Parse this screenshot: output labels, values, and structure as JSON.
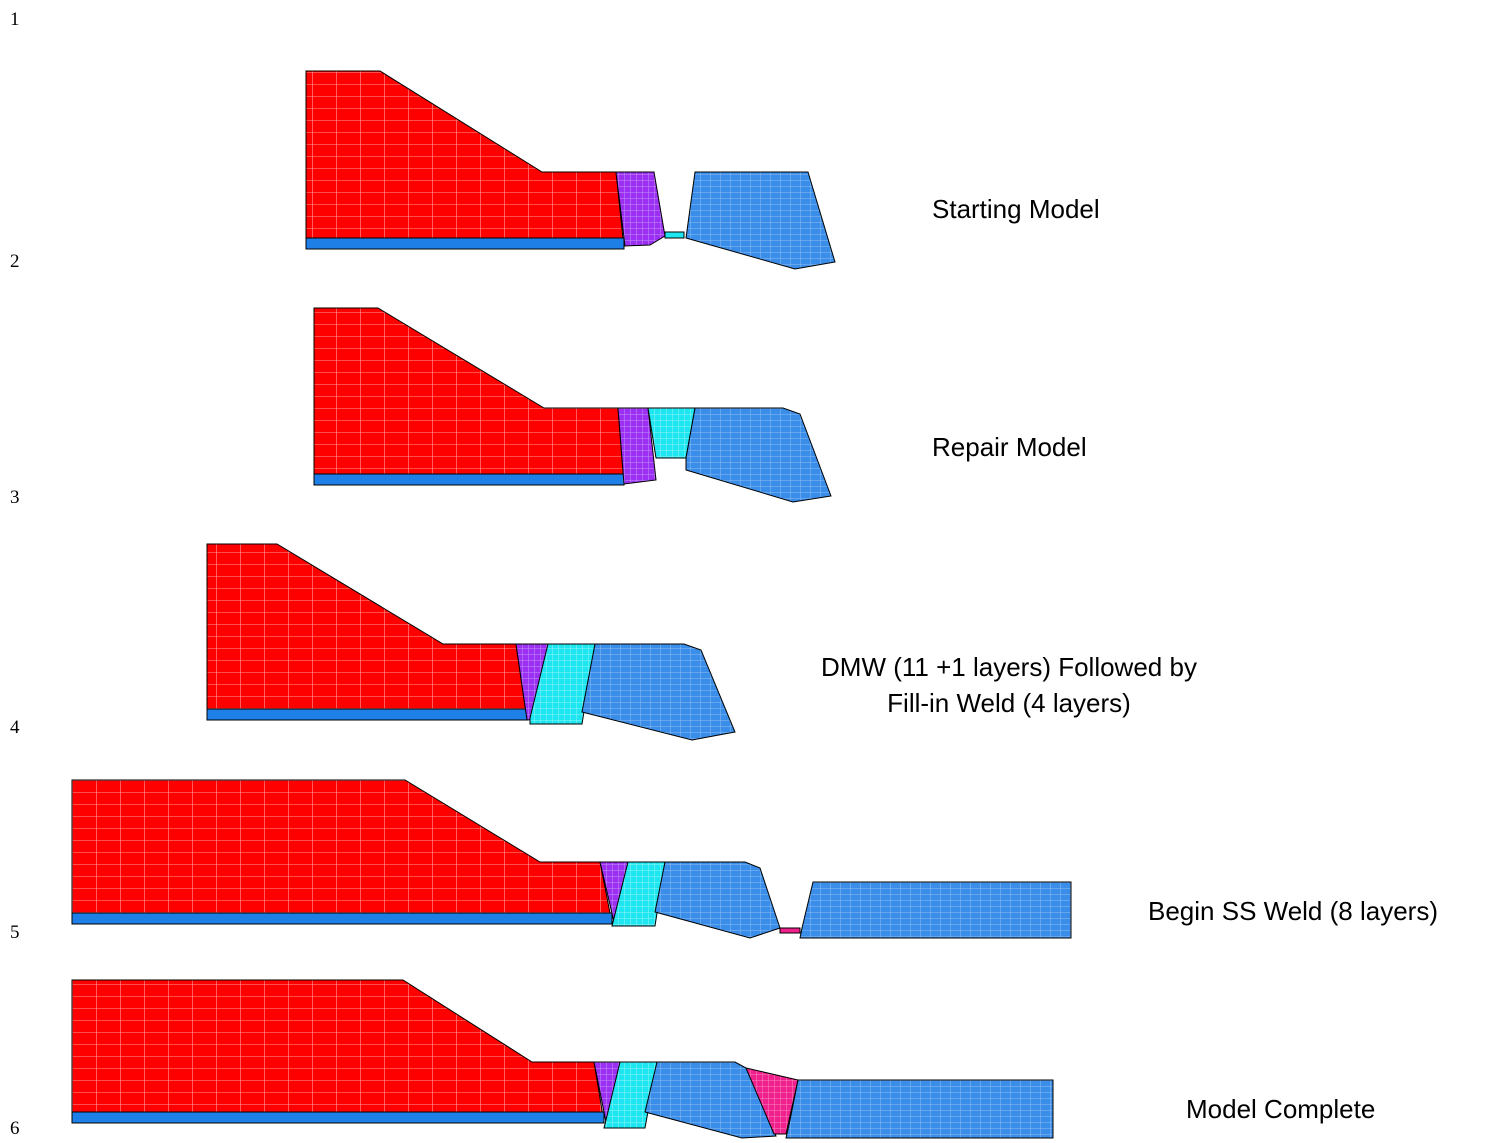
{
  "row_numbers": [
    "1",
    "2",
    "3",
    "4",
    "5",
    "6"
  ],
  "stages": [
    {
      "label": "Starting Model"
    },
    {
      "label": "Repair Model"
    },
    {
      "label": "DMW (11 +1 layers) Followed by",
      "label2": "Fill-in Weld (4 layers)"
    },
    {
      "label": "Begin SS Weld (8 layers)"
    },
    {
      "label": "Model Complete"
    }
  ],
  "colors": {
    "ferritic_nozzle": "#ff0000",
    "clad_liner": "#1e7fe6",
    "butter": "#9b30f2",
    "dmw_weld": "#1ee6f0",
    "safe_end": "#3a8de8",
    "ss_weld": "#f0208c"
  }
}
